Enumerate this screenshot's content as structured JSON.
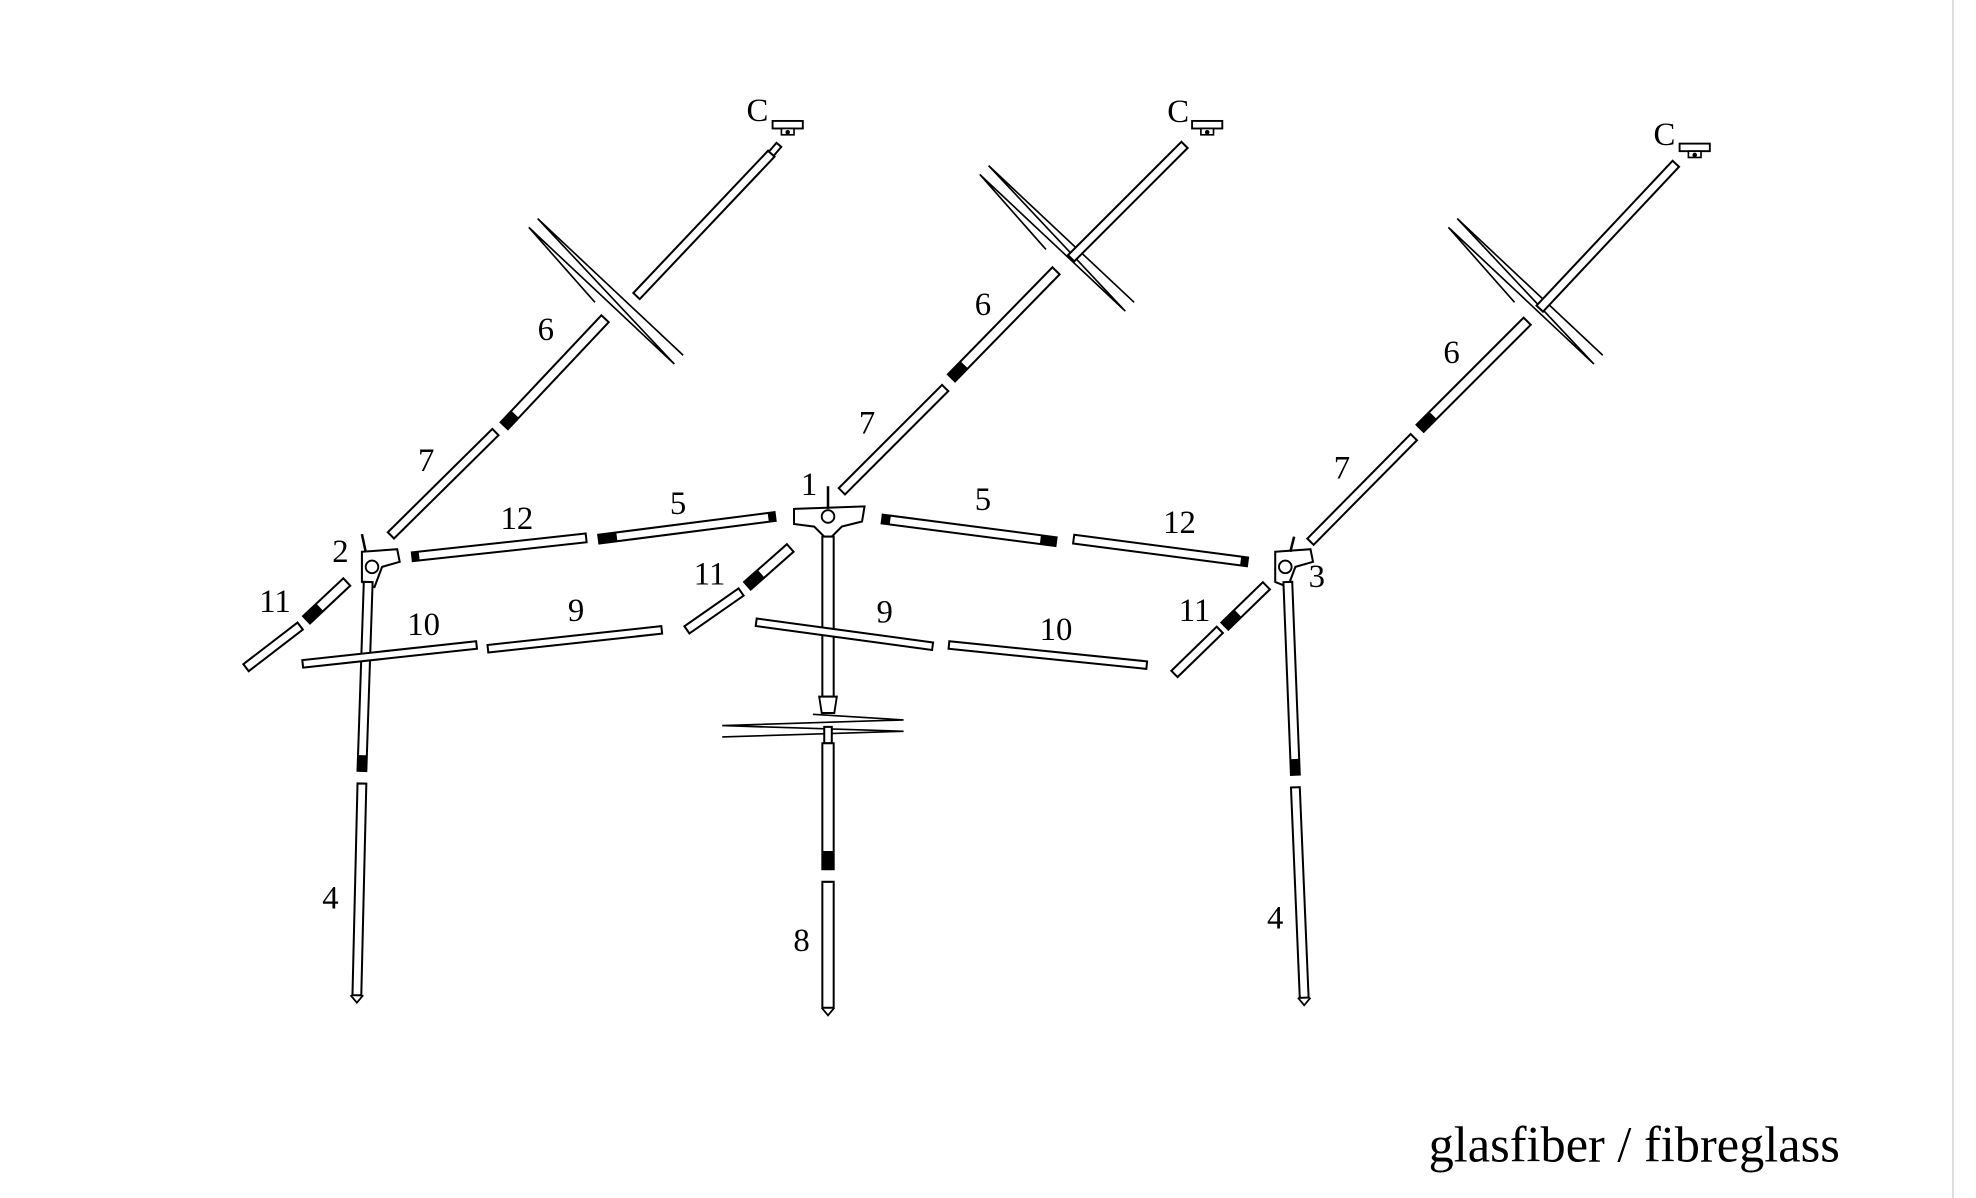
{
  "diagram": {
    "caption": "glasfiber / fibreglass",
    "connector_label": "C",
    "part_labels": {
      "p1": "1",
      "p2": "2",
      "p3": "3",
      "p4": "4",
      "p5": "5",
      "p6": "6",
      "p7": "7",
      "p8": "8",
      "p9": "9",
      "p10": "10",
      "p11": "11",
      "p12": "12"
    },
    "colors": {
      "line": "#000000",
      "background": "#ffffff"
    }
  }
}
